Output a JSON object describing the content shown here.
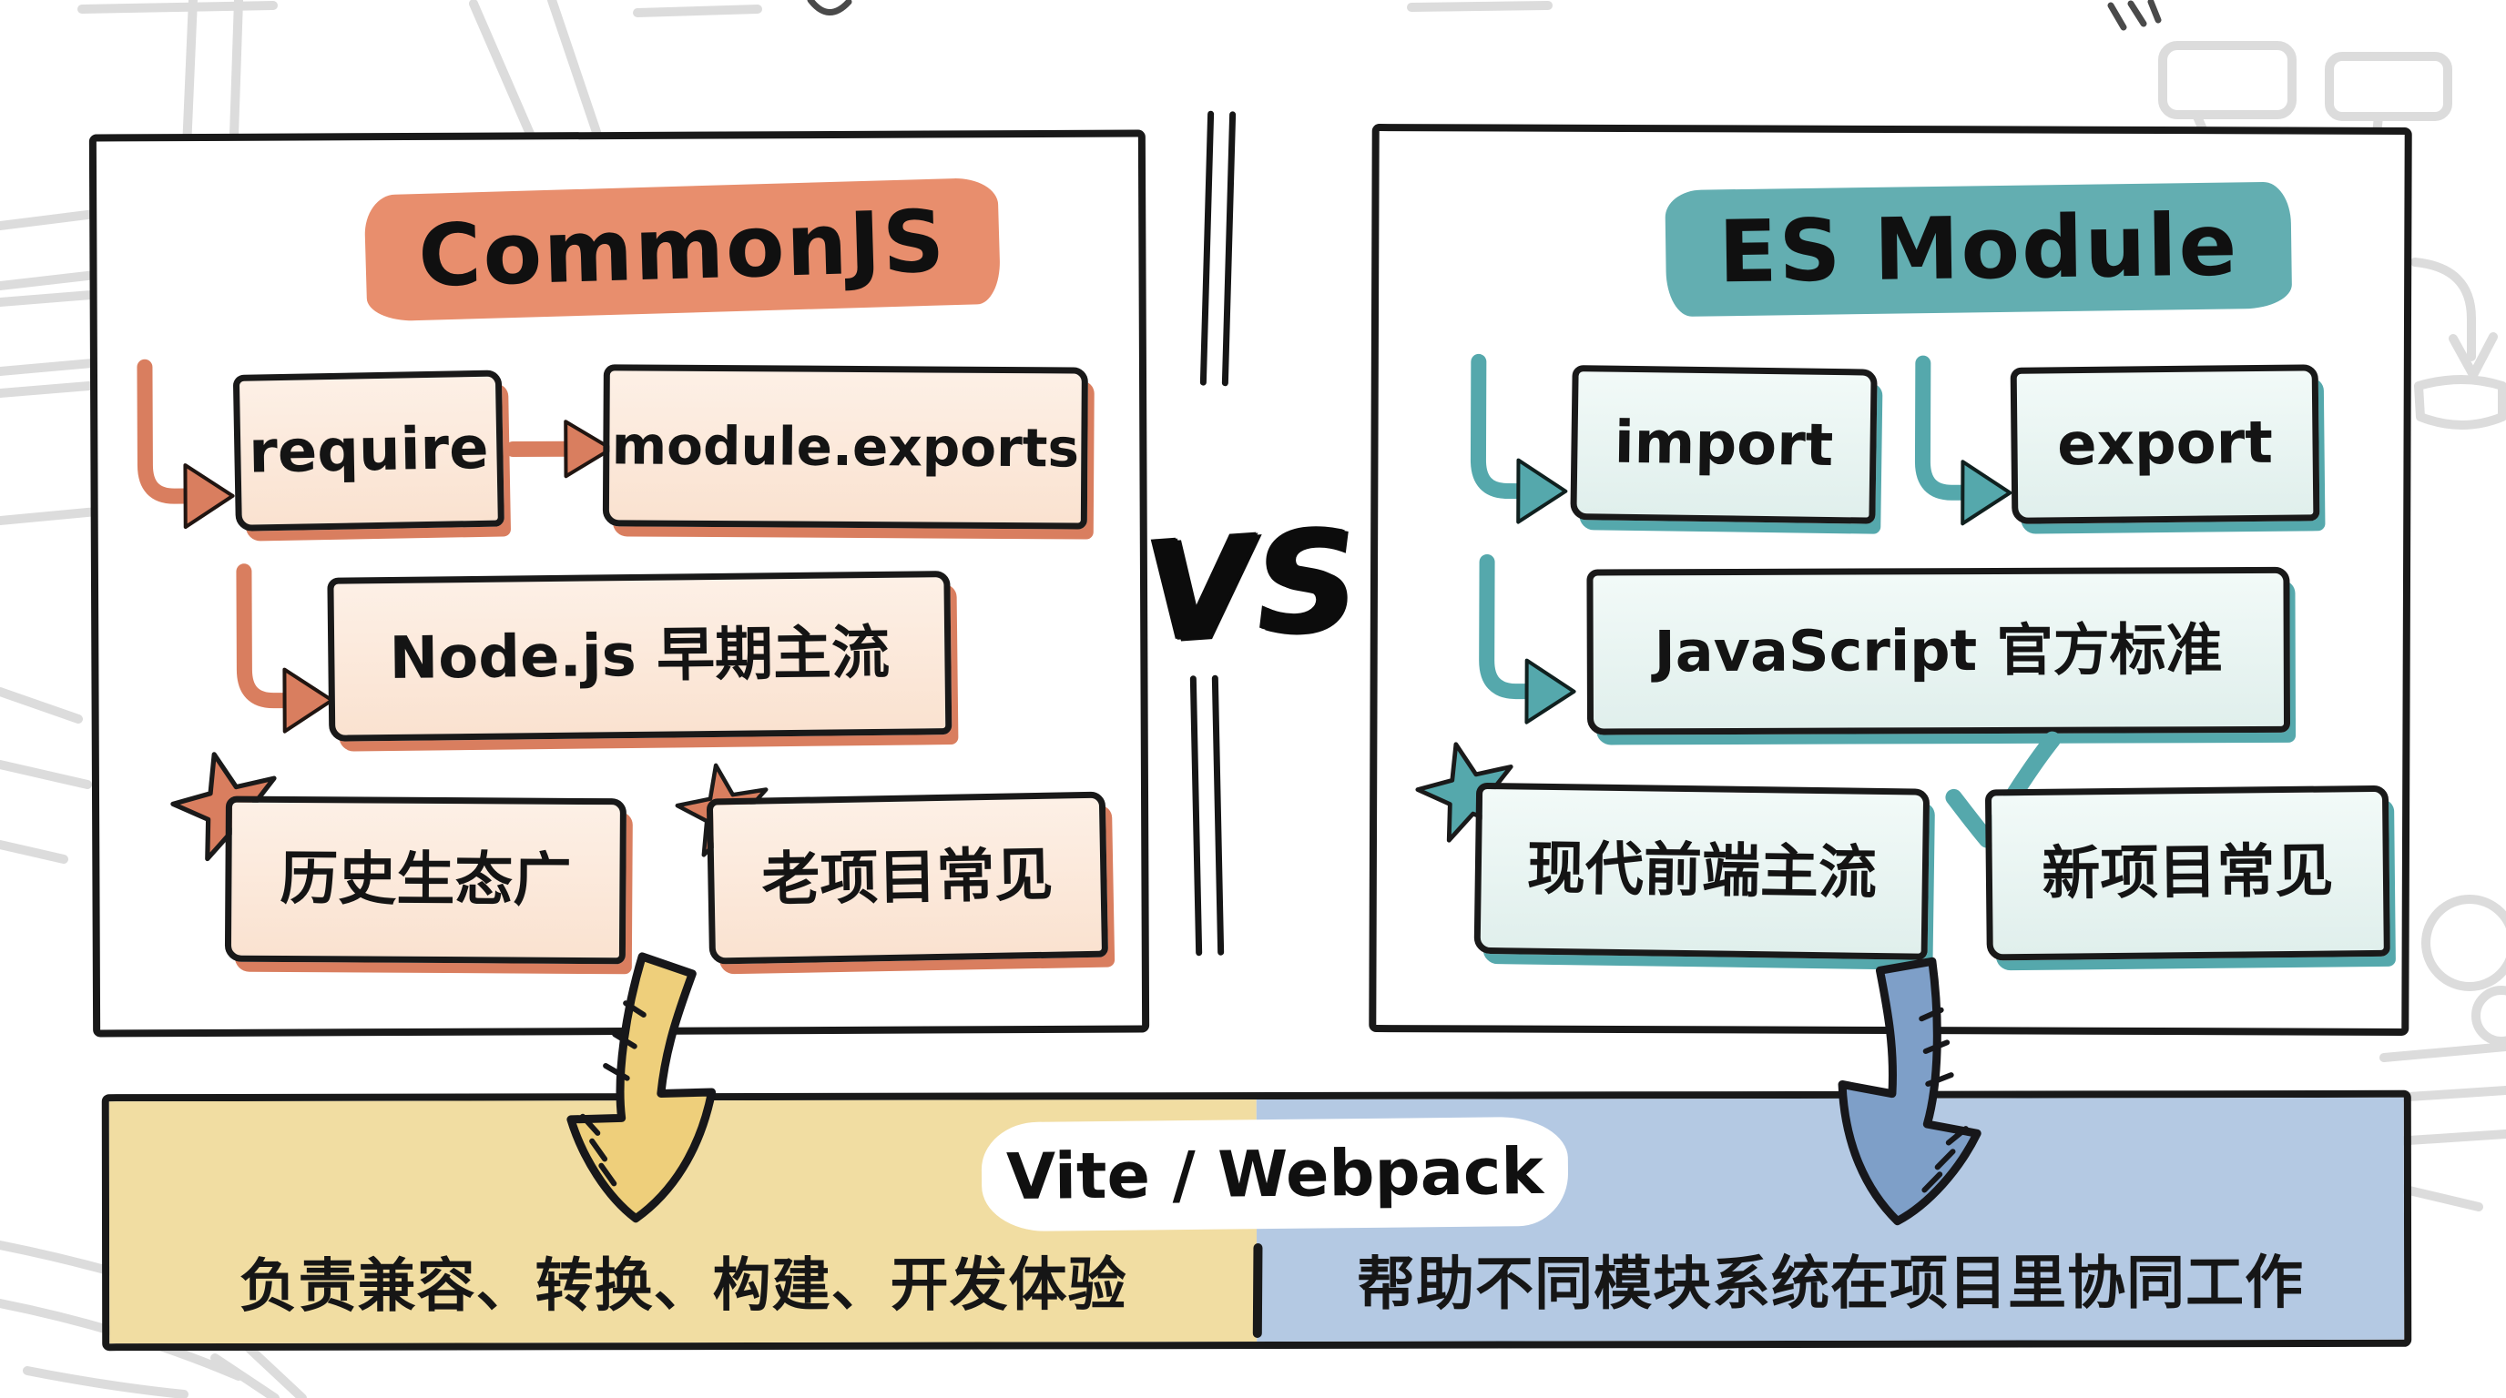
{
  "versus": {
    "label": "VS"
  },
  "left_panel": {
    "title": "CommonJS",
    "keyword_primary": "require",
    "keyword_secondary": "module.exports",
    "feature": "Node.js 早期主流",
    "tag_first": "历史生态广",
    "tag_second": "老项目常见",
    "accent_color": "#e88e6d",
    "box_fill": "#fae2d0",
    "shadow_color": "#d97e5f"
  },
  "right_panel": {
    "title": "ES Module",
    "keyword_primary": "import",
    "keyword_secondary": "export",
    "feature": "JavaScript 官方标准",
    "tag_first": "现代前端主流",
    "tag_second": "新项目常见",
    "accent_color": "#63aeb1",
    "box_fill": "#e0efec",
    "shadow_color": "#55a8ac"
  },
  "bottom_bar": {
    "label": "Vite / Webpack",
    "left_text": "负责兼容、转换、构建、开发体验",
    "right_text": "帮助不同模块系统在项目里协同工作",
    "left_bg": "#f1dda2",
    "right_bg": "#b4c9e3",
    "left_arrow_color": "#eecf7b",
    "right_arrow_color": "#7e9fc8"
  }
}
